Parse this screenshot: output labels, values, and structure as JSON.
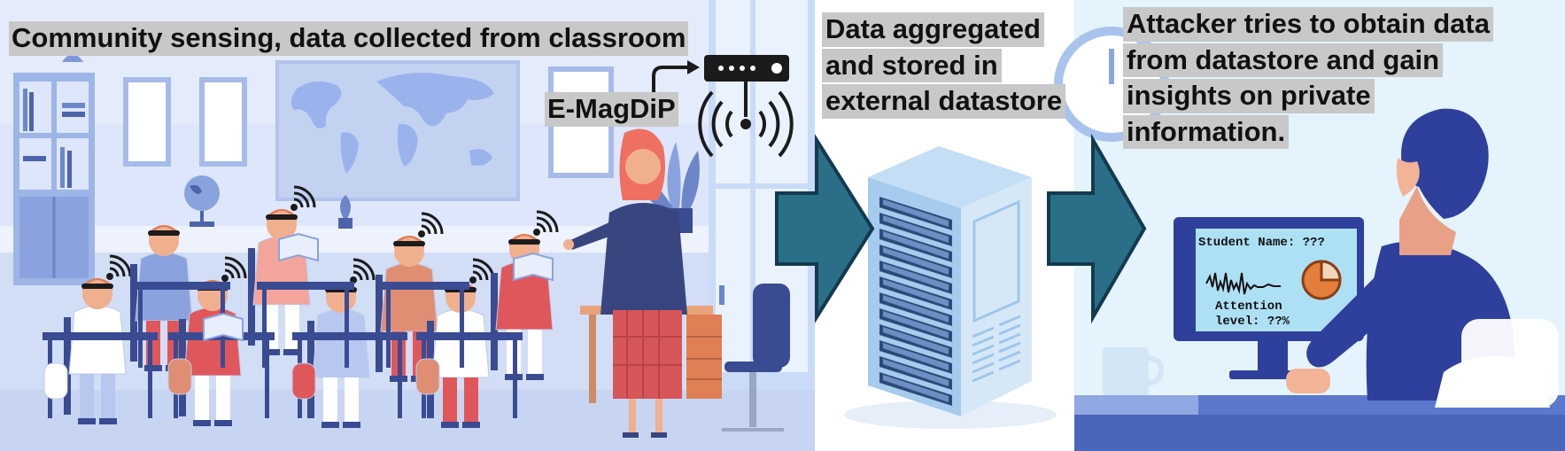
{
  "panels": {
    "classroom": {
      "caption": "Community sensing, data collected from classroom",
      "device_label": "E-MagDiP",
      "icons": [
        "world-map-icon",
        "router-icon",
        "wifi-signal-icon",
        "globe-icon",
        "plant-icon",
        "headband-sensor-icon"
      ]
    },
    "datastore": {
      "caption_lines": [
        "Data aggregated",
        "and stored in",
        "external datastore"
      ],
      "icons": [
        "server-rack-icon"
      ]
    },
    "attacker": {
      "caption_lines": [
        "Attacker tries to obtain data",
        "from datastore and gain",
        "insights on private",
        "information."
      ],
      "screen": {
        "name_line": "Student Name: ???",
        "attention_line1": "Attention",
        "attention_line2": "level: ??%"
      },
      "icons": [
        "eeg-waveform-icon",
        "pie-chart-icon",
        "monitor-icon",
        "person-icon",
        "coffee-cup-icon"
      ]
    }
  },
  "arrows": [
    "flow-arrow-icon",
    "flow-arrow-icon"
  ],
  "colors": {
    "classroom_bg": "#dde6fa",
    "wall_panel": "#c4d2f2",
    "map": "#9bb3ec",
    "arrow_fill": "#2a6f87",
    "arrow_stroke": "#133a4e",
    "server_light": "#d6e8f8",
    "server_mid": "#a5cbee",
    "server_dark": "#2e4a78",
    "attacker_bg": "#e4f3fc",
    "attacker_shirt": "#2f3f9c",
    "screen": "#aee0f5",
    "pie": "#e57e3a"
  }
}
